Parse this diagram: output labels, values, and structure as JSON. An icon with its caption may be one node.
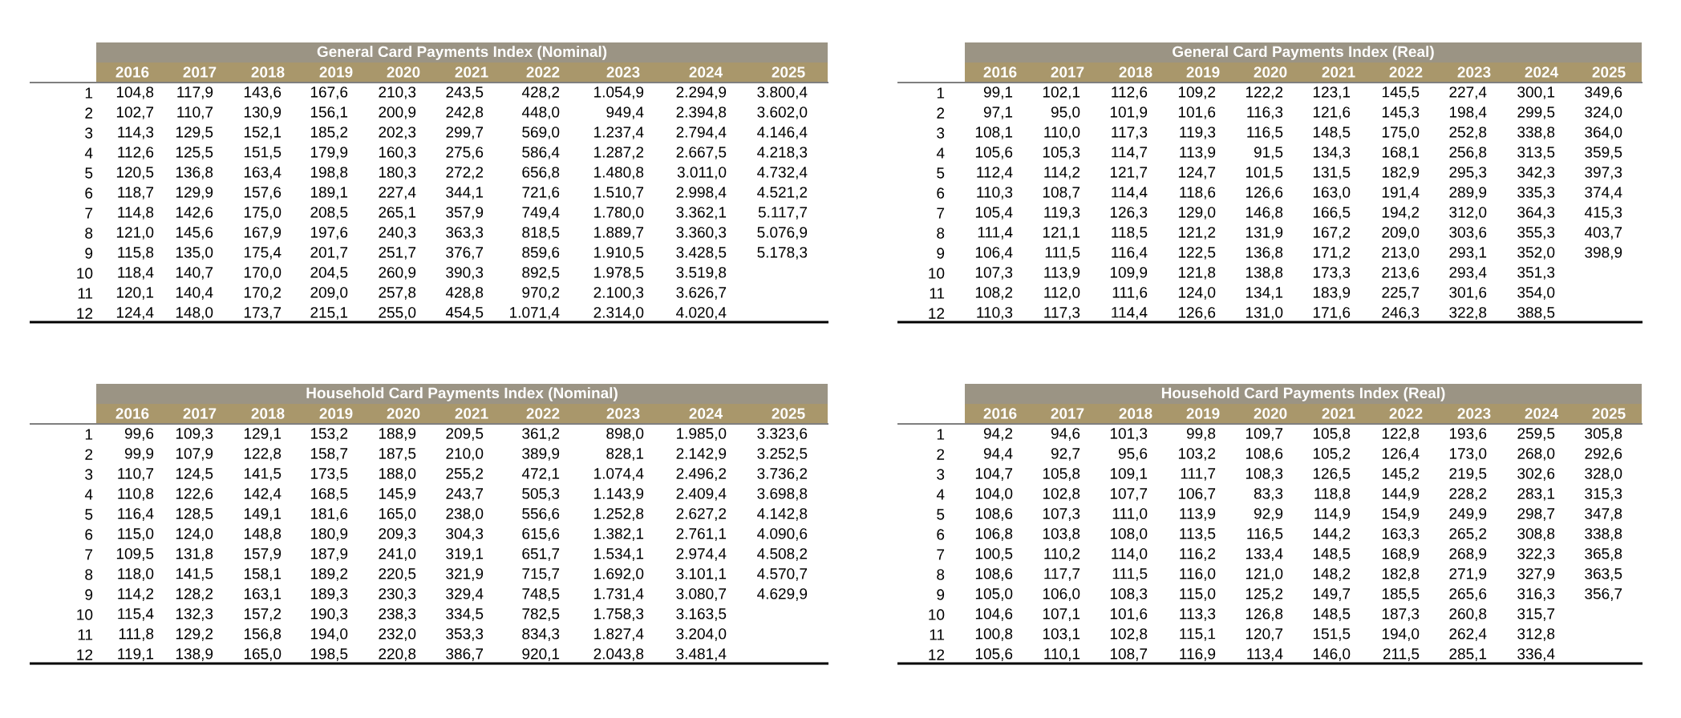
{
  "diagram": {
    "nodes": [
      {
        "text": [
          "General Card Payments Index (Nominal)"
        ]
      },
      {
        "text": [
          "2016",
          "2017",
          "2018",
          "2019",
          "2020",
          "2021",
          "2022",
          "2023",
          "2024",
          "2025"
        ]
      },
      {
        "text": [
          "General Card Payments Index (Real)"
        ]
      },
      {
        "text": [
          "2016",
          "2017",
          "2018",
          "2019",
          "2020",
          "2021",
          "2022",
          "2023",
          "2024",
          "2025"
        ]
      },
      {
        "text": [
          "Household Card Payments Index (Nominal)"
        ]
      },
      {
        "text": [
          "2016",
          "2017",
          "2018",
          "2019",
          "2020",
          "2021",
          "2022",
          "2023",
          "2024",
          "2025"
        ]
      },
      {
        "text": [
          "Household Card Payments Index (Real)"
        ]
      },
      {
        "text": [
          "2016",
          "2017",
          "2018",
          "2019",
          "2020",
          "2021",
          "2022",
          "2023",
          "2024",
          "2025"
        ]
      }
    ],
    "labels": [
      "1",
      "104,8",
      "117,9",
      "143,6",
      "167,6",
      "210,3",
      "243,5",
      "428,2",
      "1.054,9",
      "2.294,9",
      "3.800,4",
      "2",
      "102,7",
      "110,7",
      "130,9",
      "156,1",
      "200,9",
      "242,8",
      "448,0",
      "949,4",
      "2.394,8",
      "3.602,0",
      "3",
      "114,3",
      "129,5",
      "152,1",
      "185,2",
      "202,3",
      "299,7",
      "569,0",
      "1.237,4",
      "2.794,4",
      "4.146,4",
      "4",
      "112,6",
      "125,5",
      "151,5",
      "179,9",
      "160,3",
      "275,6",
      "586,4",
      "1.287,2",
      "2.667,5",
      "4.218,3",
      "5",
      "120,5",
      "136,8",
      "163,4",
      "198,8",
      "180,3",
      "272,2",
      "656,8",
      "1.480,8",
      "3.011,0",
      "4.732,4",
      "6",
      "118,7",
      "129,9",
      "157,6",
      "189,1",
      "227,4",
      "344,1",
      "721,6",
      "1.510,7",
      "2.998,4",
      "4.521,2",
      "7",
      "114,8",
      "142,6",
      "175,0",
      "208,5",
      "265,1",
      "357,9",
      "749,4",
      "1.780,0",
      "3.362,1",
      "5.117,7",
      "8",
      "121,0",
      "145,6",
      "167,9",
      "197,6",
      "240,3",
      "363,3",
      "818,5",
      "1.889,7",
      "3.360,3",
      "5.076,9",
      "9",
      "115,8",
      "135,0",
      "175,4",
      "201,7",
      "251,7",
      "376,7",
      "859,6",
      "1.910,5",
      "3.428,5",
      "5.178,3",
      "10",
      "118,4",
      "140,7",
      "170,0",
      "204,5",
      "260,9",
      "390,3",
      "892,5",
      "1.978,5",
      "3.519,8",
      "11",
      "120,1",
      "140,4",
      "170,2",
      "209,0",
      "257,8",
      "428,8",
      "970,2",
      "2.100,3",
      "3.626,7",
      "12",
      "124,4",
      "148,0",
      "173,7",
      "215,1",
      "255,0",
      "454,5",
      "1.071,4",
      "2.314,0",
      "4.020,4",
      "1",
      "99,1",
      "102,1",
      "112,6",
      "109,2",
      "122,2",
      "123,1",
      "145,5",
      "227,4",
      "300,1",
      "349,6",
      "2",
      "97,1",
      "95,0",
      "101,9",
      "101,6",
      "116,3",
      "121,6",
      "145,3",
      "198,4",
      "299,5",
      "324,0",
      "3",
      "108,1",
      "110,0",
      "117,3",
      "119,3",
      "116,5",
      "148,5",
      "175,0",
      "252,8",
      "338,8",
      "364,0",
      "4",
      "105,6",
      "105,3",
      "114,7",
      "113,9",
      "91,5",
      "134,3",
      "168,1",
      "256,8",
      "313,5",
      "359,5",
      "5",
      "112,4",
      "114,2",
      "121,7",
      "124,7",
      "101,5",
      "131,5",
      "182,9",
      "295,3",
      "342,3",
      "397,3",
      "6",
      "110,3",
      "108,7",
      "114,4",
      "118,6",
      "126,6",
      "163,0",
      "191,4",
      "289,9",
      "335,3",
      "374,4",
      "7",
      "105,4",
      "119,3",
      "126,3",
      "129,0",
      "146,8",
      "166,5",
      "194,2",
      "312,0",
      "364,3",
      "415,3",
      "8",
      "111,4",
      "121,1",
      "118,5",
      "121,2",
      "131,9",
      "167,2",
      "209,0",
      "303,6",
      "355,3",
      "403,7",
      "9",
      "106,4",
      "111,5",
      "116,4",
      "122,5",
      "136,8",
      "171,2",
      "213,0",
      "293,1",
      "352,0",
      "398,9",
      "10",
      "107,3",
      "113,9",
      "109,9",
      "121,8",
      "138,8",
      "173,3",
      "213,6",
      "293,4",
      "351,3",
      "11",
      "108,2",
      "112,0",
      "111,6",
      "124,0",
      "134,1",
      "183,9",
      "225,7",
      "301,6",
      "354,0",
      "12",
      "110,3",
      "117,3",
      "114,4",
      "126,6",
      "131,0",
      "171,6",
      "246,3",
      "322,8",
      "388,5",
      "1",
      "99,6",
      "109,3",
      "129,1",
      "153,2",
      "188,9",
      "209,5",
      "361,2",
      "898,0",
      "1.985,0",
      "3.323,6",
      "2",
      "99,9",
      "107,9",
      "122,8",
      "158,7",
      "187,5",
      "210,0",
      "389,9",
      "828,1",
      "2.142,9",
      "3.252,5",
      "3",
      "110,7",
      "124,5",
      "141,5",
      "173,5",
      "188,0",
      "255,2",
      "472,1",
      "1.074,4",
      "2.496,2",
      "3.736,2",
      "4",
      "110,8",
      "122,6",
      "142,4",
      "168,5",
      "145,9",
      "243,7",
      "505,3",
      "1.143,9",
      "2.409,4",
      "3.698,8",
      "5",
      "116,4",
      "128,5",
      "149,1",
      "181,6",
      "165,0",
      "238,0",
      "556,6",
      "1.252,8",
      "2.627,2",
      "4.142,8",
      "6",
      "115,0",
      "124,0",
      "148,8",
      "180,9",
      "209,3",
      "304,3",
      "615,6",
      "1.382,1",
      "2.761,1",
      "4.090,6",
      "7",
      "109,5",
      "131,8",
      "157,9",
      "187,9",
      "241,0",
      "319,1",
      "651,7",
      "1.534,1",
      "2.974,4",
      "4.508,2",
      "8",
      "118,0",
      "141,5",
      "158,1",
      "189,2",
      "220,5",
      "321,9",
      "715,7",
      "1.692,0",
      "3.101,1",
      "4.570,7",
      "9",
      "114,2",
      "128,2",
      "163,1",
      "189,3",
      "230,3",
      "329,4",
      "748,5",
      "1.731,4",
      "3.080,7",
      "4.629,9",
      "10",
      "115,4",
      "132,3",
      "157,2",
      "190,3",
      "238,3",
      "334,5",
      "782,5",
      "1.758,3",
      "3.163,5",
      "11",
      "111,8",
      "129,2",
      "156,8",
      "194,0",
      "232,0",
      "353,3",
      "834,3",
      "1.827,4",
      "3.204,0",
      "12",
      "119,1",
      "138,9",
      "165,0",
      "198,5",
      "220,8",
      "386,7",
      "920,1",
      "2.043,8",
      "3.481,4",
      "1",
      "94,2",
      "94,6",
      "101,3",
      "99,8",
      "109,7",
      "105,8",
      "122,8",
      "193,6",
      "259,5",
      "305,8",
      "2",
      "94,4",
      "92,7",
      "95,6",
      "103,2",
      "108,6",
      "105,2",
      "126,4",
      "173,0",
      "268,0",
      "292,6",
      "3",
      "104,7",
      "105,8",
      "109,1",
      "111,7",
      "108,3",
      "126,5",
      "145,2",
      "219,5",
      "302,6",
      "328,0",
      "4",
      "104,0",
      "102,8",
      "107,7",
      "106,7",
      "83,3",
      "118,8",
      "144,9",
      "228,2",
      "283,1",
      "315,3",
      "5",
      "108,6",
      "107,3",
      "111,0",
      "113,9",
      "92,9",
      "114,9",
      "154,9",
      "249,9",
      "298,7",
      "347,8",
      "6",
      "106,8",
      "103,8",
      "108,0",
      "113,5",
      "116,5",
      "144,2",
      "163,3",
      "265,2",
      "308,8",
      "338,8",
      "7",
      "100,5",
      "110,2",
      "114,0",
      "116,2",
      "133,4",
      "148,5",
      "168,9",
      "268,9",
      "322,3",
      "365,8",
      "8",
      "108,6",
      "117,7",
      "111,5",
      "116,0",
      "121,0",
      "148,2",
      "182,8",
      "271,9",
      "327,9",
      "363,5",
      "9",
      "105,0",
      "106,0",
      "108,3",
      "115,0",
      "125,2",
      "149,7",
      "185,5",
      "265,6",
      "316,3",
      "356,7",
      "10",
      "104,6",
      "107,1",
      "101,6",
      "113,3",
      "126,8",
      "148,5",
      "187,3",
      "260,8",
      "315,7",
      "11",
      "100,8",
      "103,1",
      "102,8",
      "115,1",
      "120,7",
      "151,5",
      "194,0",
      "262,4",
      "312,8",
      "12",
      "105,6",
      "110,1",
      "108,7",
      "116,9",
      "113,4",
      "146,0",
      "211,5",
      "285,1",
      "336,4"
    ]
  }
}
